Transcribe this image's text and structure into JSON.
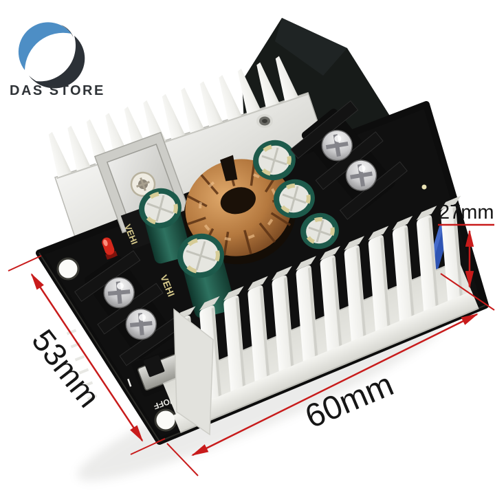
{
  "logo": {
    "store_name": "DAS STORE",
    "brand_blue": "#4d8ec5",
    "brand_dark": "#2c3137"
  },
  "annotations": {
    "color": "#c81b1b",
    "length_label": "60mm",
    "depth_label": "53mm",
    "height_label": "27mm"
  },
  "product": {
    "description": "DC-DC step-down converter power module with two aluminum heatsinks on black PCB",
    "pcb_color": "#101010",
    "copper_color": "#b5793f",
    "capacitor_green": "#1d5a4b",
    "capacitor_brand": "VEHI",
    "silkscreen": {
      "switch_on_off": "ON/OFF",
      "switch_position": "I"
    },
    "components": [
      "rear-finned-heatsink",
      "front-finned-heatsink",
      "toroidal-inductor",
      "electrolytic-capacitors",
      "input-terminal-block",
      "output-terminal-block",
      "power-led",
      "slide-switch",
      "trimmer-potentiometer",
      "to220-transistor",
      "mounting-holes"
    ]
  }
}
